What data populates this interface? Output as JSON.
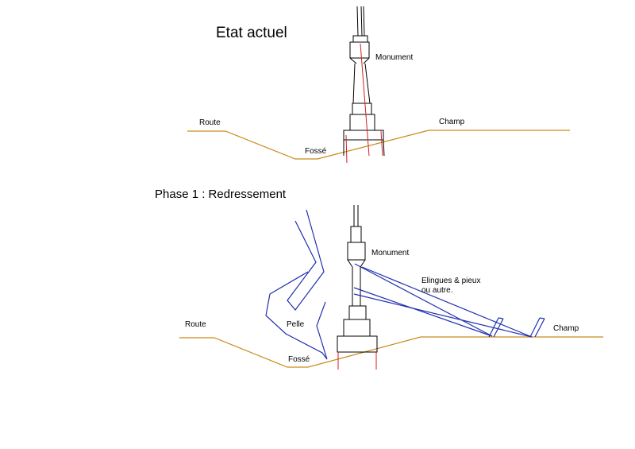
{
  "top": {
    "title": "Etat actuel",
    "labels": {
      "monument": "Monument",
      "route": "Route",
      "champ": "Champ",
      "fosse": "Fossé"
    }
  },
  "bottom": {
    "title": "Phase 1 : Redressement",
    "labels": {
      "monument": "Monument",
      "elingues_line1": "Elingues & pieux",
      "elingues_line2": "ou autre.",
      "route": "Route",
      "champ": "Champ",
      "fosse": "Fossé",
      "pelle": "Pelle"
    }
  },
  "colors": {
    "ground": "#c98a1a",
    "structure": "#000000",
    "axis": "#d22020",
    "cables": "#2030b0"
  }
}
